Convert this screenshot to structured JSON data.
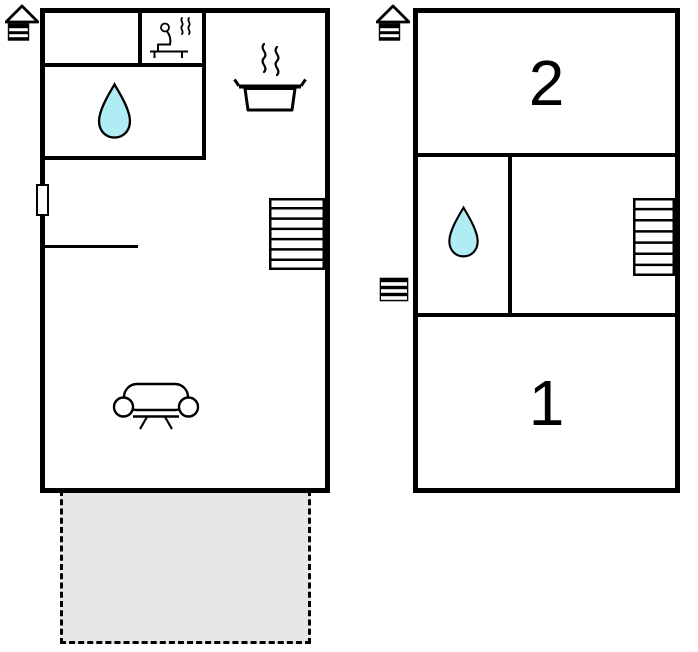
{
  "colors": {
    "walls": "#000000",
    "water_drop_fill": "#b0ecf4",
    "terrace_fill": "#e7e7e7",
    "background": "#ffffff"
  },
  "ground_floor": {
    "icons": [
      "entrance-house-icon",
      "sauna-icon",
      "water-drop-icon",
      "cooking-pot-icon",
      "stairs-icon",
      "window-marker",
      "sofa-icon"
    ],
    "has_terrace": true,
    "room_labels": []
  },
  "upper_floor": {
    "icons": [
      "entrance-house-icon",
      "entrance-stripes-icon",
      "water-drop-icon",
      "stairs-icon"
    ],
    "rooms": [
      {
        "label": "2"
      },
      {
        "label": "1"
      }
    ]
  }
}
